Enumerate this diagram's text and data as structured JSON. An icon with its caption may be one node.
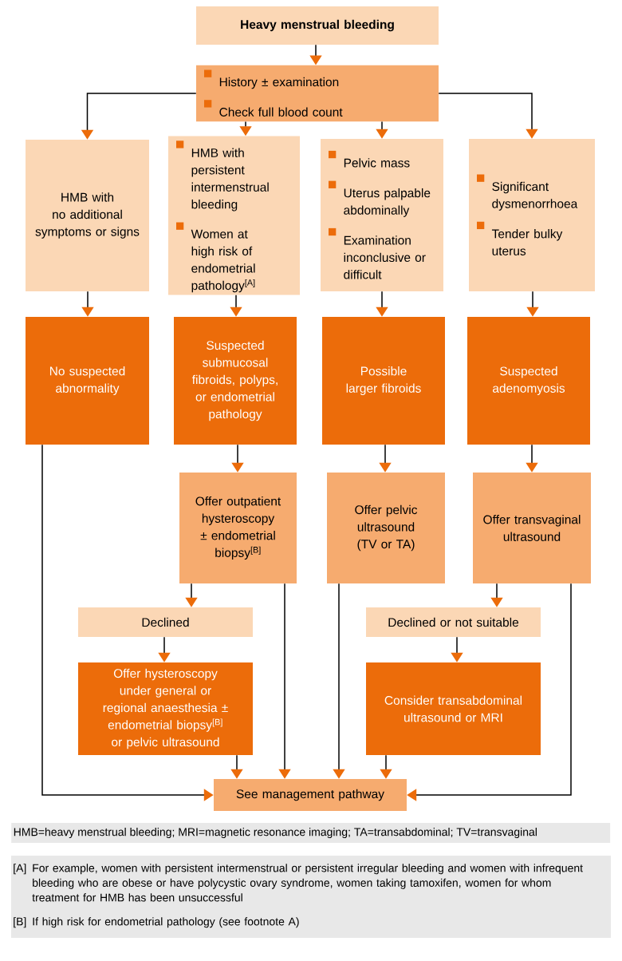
{
  "diagram": {
    "nodes": [
      {
        "text": [
          "Heavy menstrual bleeding"
        ]
      },
      {
        "text": [
          "History ± examination",
          "Check full blood count"
        ]
      },
      {
        "text": [
          "HMB with no additional symptoms or signs"
        ]
      },
      {
        "text": [
          "HMB with persistent intermenstrual bleeding",
          "Women at high risk of endometrial pathology$^{[A]}$"
        ]
      },
      {
        "text": [
          "Pelvic mass",
          "Uterus palpable abdominally",
          "Examination inconclusive or difficult"
        ]
      },
      {
        "text": [
          "Significant dysmenorrhoea",
          "Tender bulky uterus"
        ]
      },
      {
        "text": [
          "No suspected abnormality"
        ]
      },
      {
        "text": [
          "Suspected submucosal fibroids, polyps, or endometrial pathology"
        ]
      },
      {
        "text": [
          "Possible larger fibroids"
        ]
      },
      {
        "text": [
          "Suspected adenomyosis"
        ]
      },
      {
        "text": [
          "Offer outpatient hysteroscopy ± endometrial biopsy$^{[B]}$"
        ]
      },
      {
        "text": [
          "Offer pelvic ultrasound (TV or TA)"
        ]
      },
      {
        "text": [
          "Offer transvaginal ultrasound"
        ]
      },
      {
        "text": [
          "Declined"
        ]
      },
      {
        "text": [
          "Offer hysteroscopy under general or regional anaesthesia ± endometrial biopsy$^{[B]}$ or pelvic ultrasound"
        ]
      },
      {
        "text": [
          "Declined or not suitable"
        ]
      },
      {
        "text": [
          "Consider transabdominal ultrasound or MRI"
        ]
      },
      {
        "text": [
          "See management pathway"
        ]
      }
    ],
    "edges": [
      {
        "from": 0,
        "to": 1,
        "arrow": "to"
      },
      {
        "from": 1,
        "to": 2,
        "arrow": "to"
      },
      {
        "from": 1,
        "to": 3,
        "arrow": "to"
      },
      {
        "from": 1,
        "to": 4,
        "arrow": "to"
      },
      {
        "from": 1,
        "to": 5,
        "arrow": "to"
      },
      {
        "from": 2,
        "to": 6,
        "arrow": "to"
      },
      {
        "from": 3,
        "to": 7,
        "arrow": "to"
      },
      {
        "from": 4,
        "to": 8,
        "arrow": "to"
      },
      {
        "from": 5,
        "to": 9,
        "arrow": "to"
      },
      {
        "from": 6,
        "to": 17,
        "arrow": "to"
      },
      {
        "from": 7,
        "to": 10,
        "arrow": "to"
      },
      {
        "from": 8,
        "to": 11,
        "arrow": "to"
      },
      {
        "from": 9,
        "to": 12,
        "arrow": "to"
      },
      {
        "from": 10,
        "to": 13,
        "arrow": "to"
      },
      {
        "from": 10,
        "to": 17,
        "arrow": "to"
      },
      {
        "from": 11,
        "to": 17,
        "arrow": "to"
      },
      {
        "from": 12,
        "to": 17,
        "arrow": "to"
      },
      {
        "from": 12,
        "to": 15,
        "arrow": "to"
      },
      {
        "from": 13,
        "to": 14,
        "arrow": "to"
      },
      {
        "from": 14,
        "to": 17,
        "arrow": "to"
      },
      {
        "from": 15,
        "to": 16,
        "arrow": "to"
      },
      {
        "from": 16,
        "to": 17,
        "arrow": "to"
      }
    ],
    "labels": [
      "HMB=heavy menstrual bleeding; MRI=magnetic resonance imaging; TA=transabdominal; TV=transvaginal",
      "[A]",
      "For example, women with persistent intermenstrual or persistent irregular bleeding and women with infrequent bleeding who are obese or have polycystic ovary syndrome, women taking tamoxifen, women for whom treatment for HMB has been unsuccessful",
      "[B]",
      "If high risk for endometrial pathology (see footnote A)"
    ]
  }
}
